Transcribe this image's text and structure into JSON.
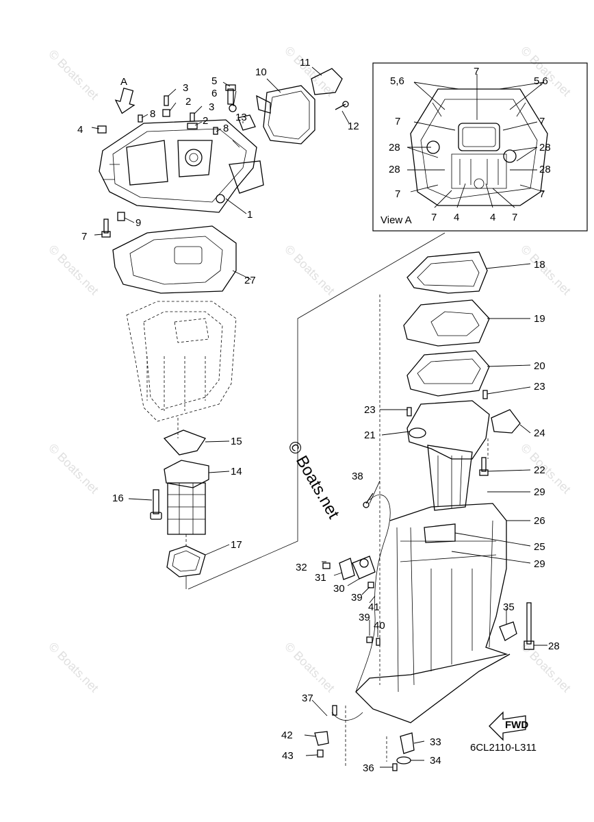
{
  "diagram": {
    "code": "6CL2110-L311",
    "watermark": "© Boats.net",
    "fwd_label": "FWD",
    "arrow_label": "A",
    "view_a": {
      "title": "View A",
      "labels": [
        "5,6",
        "7",
        "5,6",
        "7",
        "7",
        "28",
        "28",
        "28",
        "28",
        "7",
        "7",
        "7",
        "4",
        "4",
        "7"
      ]
    },
    "callouts": [
      "1",
      "2",
      "2",
      "3",
      "3",
      "4",
      "5",
      "6",
      "7",
      "8",
      "8",
      "9",
      "10",
      "11",
      "12",
      "13",
      "14",
      "15",
      "16",
      "17",
      "18",
      "19",
      "20",
      "21",
      "22",
      "23",
      "23",
      "24",
      "25",
      "26",
      "27",
      "28",
      "29",
      "29",
      "30",
      "31",
      "32",
      "33",
      "34",
      "35",
      "36",
      "37",
      "38",
      "39",
      "39",
      "40",
      "41",
      "42",
      "43"
    ]
  }
}
